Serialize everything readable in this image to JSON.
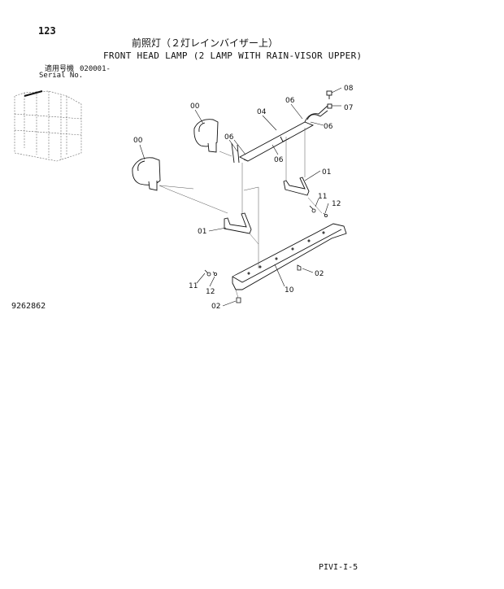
{
  "header": {
    "page_number": "123",
    "title_jp": "前照灯（２灯レインバイザー上）",
    "title_en": "FRONT HEAD LAMP (2 LAMP WITH RAIN-VISOR UPPER)",
    "serial_label_jp": "適用号機",
    "serial_label_en": "Serial No.",
    "serial_value": "020001-"
  },
  "footer": {
    "drawing_number": "9262862",
    "sheet_ref": "PIVI-I-5"
  },
  "callouts": [
    "00",
    "00",
    "04",
    "06",
    "06",
    "06",
    "06",
    "01",
    "01",
    "08",
    "07",
    "11",
    "12",
    "11",
    "12",
    "02",
    "02",
    "10"
  ]
}
